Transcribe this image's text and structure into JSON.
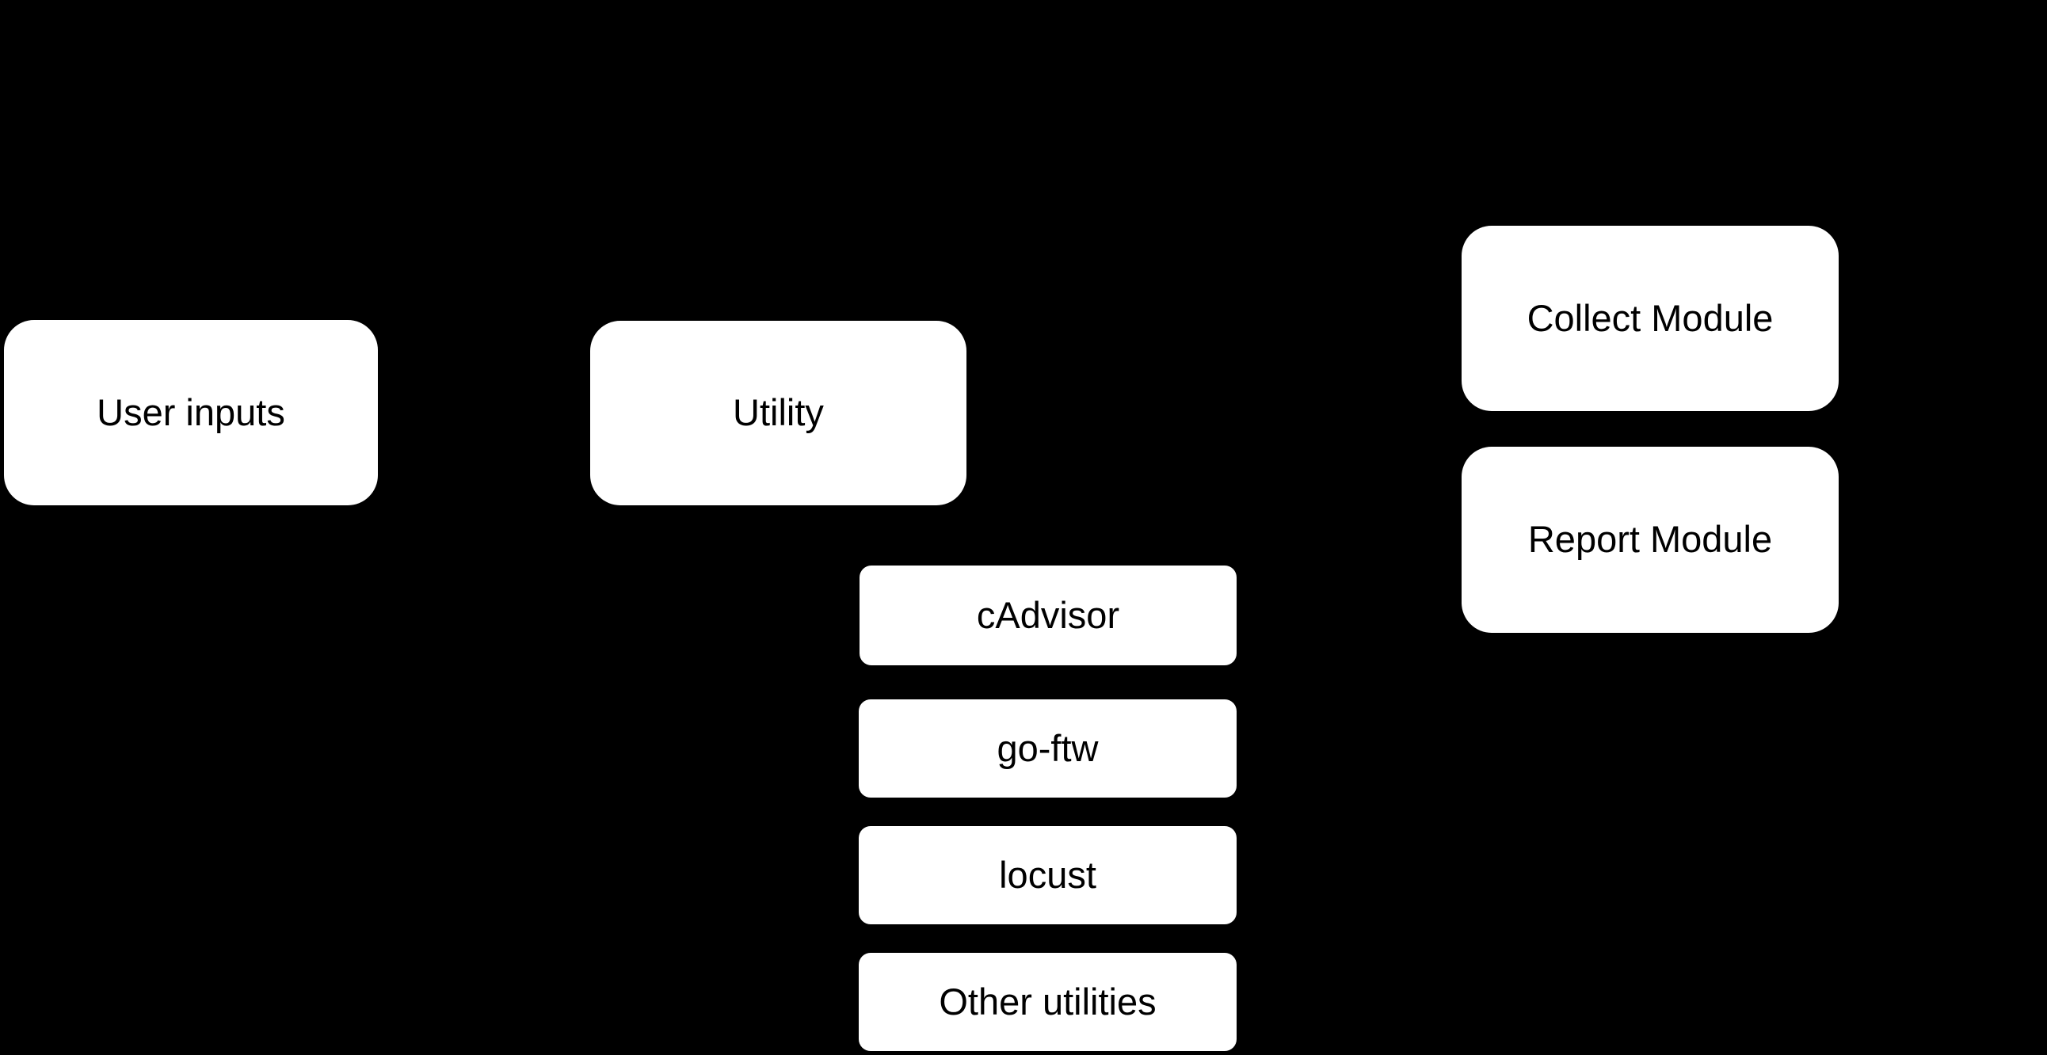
{
  "diagram": {
    "background_color": "#000000",
    "node_fill_color": "#ffffff",
    "node_text_color": "#000000",
    "nodes": [
      {
        "id": "user-inputs",
        "label": "User inputs"
      },
      {
        "id": "utility",
        "label": "Utility"
      },
      {
        "id": "collect-module",
        "label": "Collect Module"
      },
      {
        "id": "report-module",
        "label": "Report Module"
      },
      {
        "id": "cadvisor",
        "label": "cAdvisor"
      },
      {
        "id": "go-ftw",
        "label": "go-ftw"
      },
      {
        "id": "locust",
        "label": "locust"
      },
      {
        "id": "other-utilities",
        "label": "Other utilities"
      }
    ]
  }
}
